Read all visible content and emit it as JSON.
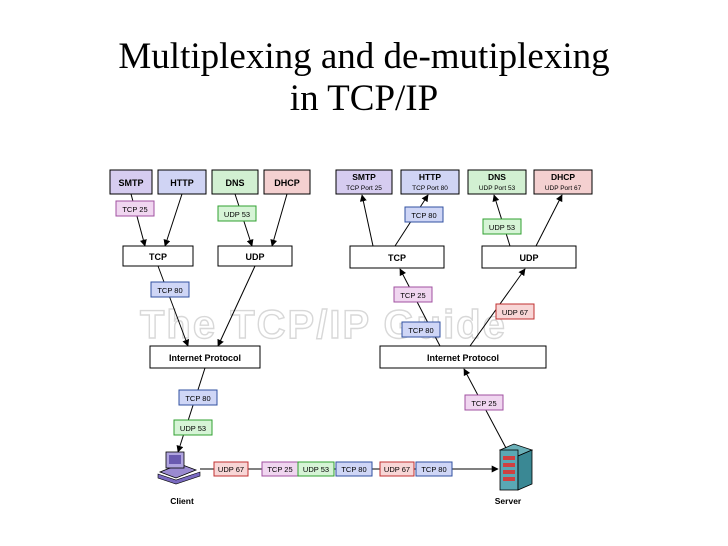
{
  "title_line1": "Multiplexing and de-mutiplexing",
  "title_line2": "in TCP/IP",
  "watermark": "The TCP/IP Guide",
  "client": {
    "apps": [
      "SMTP",
      "HTTP",
      "DNS",
      "DHCP"
    ],
    "tags": {
      "tcp25": "TCP 25",
      "udp53": "UDP 53",
      "tcp80": "TCP 80"
    },
    "tcp": "TCP",
    "udp": "UDP",
    "ip": "Internet Protocol",
    "below_ip": [
      "TCP 80",
      "UDP 53"
    ],
    "label": "Client"
  },
  "server": {
    "apps": [
      {
        "name": "SMTP",
        "port": "TCP Port 25"
      },
      {
        "name": "HTTP",
        "port": "TCP Port 80"
      },
      {
        "name": "DNS",
        "port": "UDP Port 53"
      },
      {
        "name": "DHCP",
        "port": "UDP Port 67"
      }
    ],
    "tags": {
      "tcp80": "TCP 80",
      "udp53": "UDP 53",
      "tcp25": "TCP 25",
      "udp67": "UDP 67",
      "tcp80b": "TCP 80"
    },
    "tcp": "TCP",
    "udp": "UDP",
    "ip": "Internet Protocol",
    "below_ip": "TCP 25",
    "label": "Server"
  },
  "wire": [
    "UDP 67",
    "TCP 25",
    "UDP 53",
    "TCP 80",
    "UDP 67",
    "TCP 80"
  ],
  "colors": {
    "app_smtp": "#d6ccf0",
    "app_http": "#d0d4f4",
    "app_dns": "#d2f0d2",
    "app_dhcp": "#f4d0d0",
    "tcp25": "#f0d6f0",
    "tcp80": "#cfd6f6",
    "udp53": "#d6f4d6",
    "udp67": "#f8d6d6",
    "border_tcp25": "#a050a0",
    "border_tcp80": "#3050a0",
    "border_udp53": "#30a030",
    "border_udp67": "#c03030"
  }
}
